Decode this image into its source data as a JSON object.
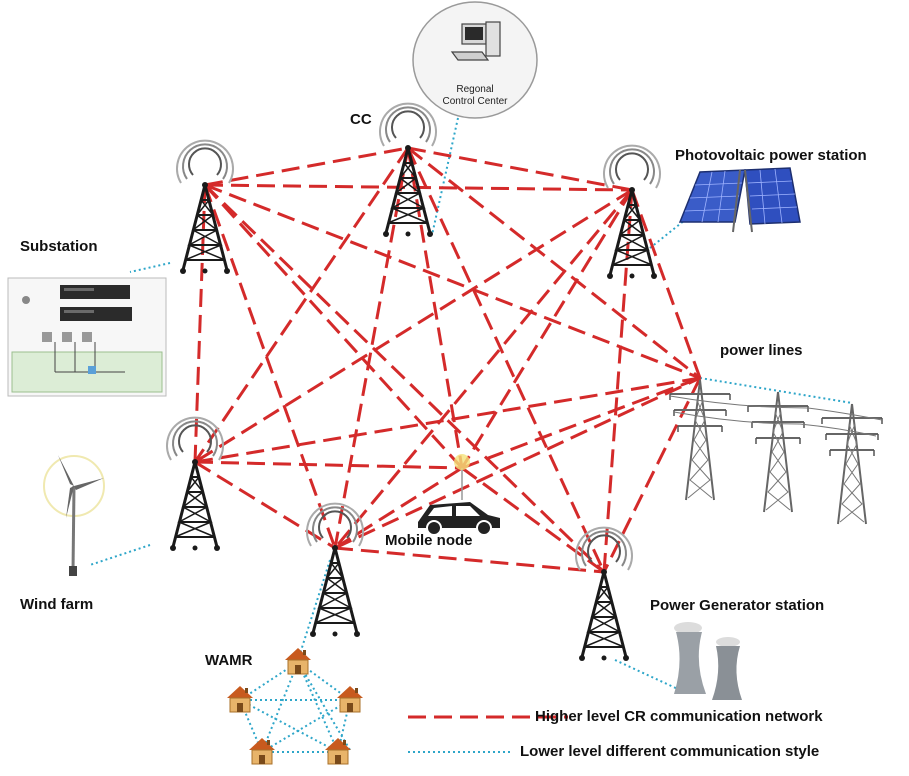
{
  "labels": {
    "regional_control_center": "Regonal Control Center",
    "cc": "CC",
    "photovoltaic": "Photovoltaic power station",
    "substation": "Substation",
    "power_lines": "power lines",
    "mobile_node": "Mobile node",
    "wind_farm": "Wind farm",
    "power_generator": "Power Generator station",
    "wamr": "WAMR"
  },
  "legend": {
    "high_level": "Higher level CR communication network",
    "low_level": "Lower level different communication style"
  },
  "colors": {
    "cr_link": "#d42a2a",
    "local_link": "#2ea6c9",
    "tower": "#1a1a1a",
    "signal_ring": "#555555",
    "panel": "#3a5cc8",
    "house_roof": "#c85a1e",
    "house_wall": "#e8b46a",
    "cooling_tower": "#9aa0a6",
    "car": "#222222"
  },
  "nodes": [
    {
      "id": "tower-substation",
      "name": "Substation tower"
    },
    {
      "id": "tower-cc",
      "name": "CC tower"
    },
    {
      "id": "tower-pv",
      "name": "Photovoltaic tower"
    },
    {
      "id": "tower-wind",
      "name": "Wind farm tower"
    },
    {
      "id": "tower-wamr",
      "name": "WAMR tower"
    },
    {
      "id": "tower-generator",
      "name": "Generator tower"
    },
    {
      "id": "mobile-node",
      "name": "Mobile node"
    },
    {
      "id": "power-lines-node",
      "name": "Power lines node"
    }
  ]
}
